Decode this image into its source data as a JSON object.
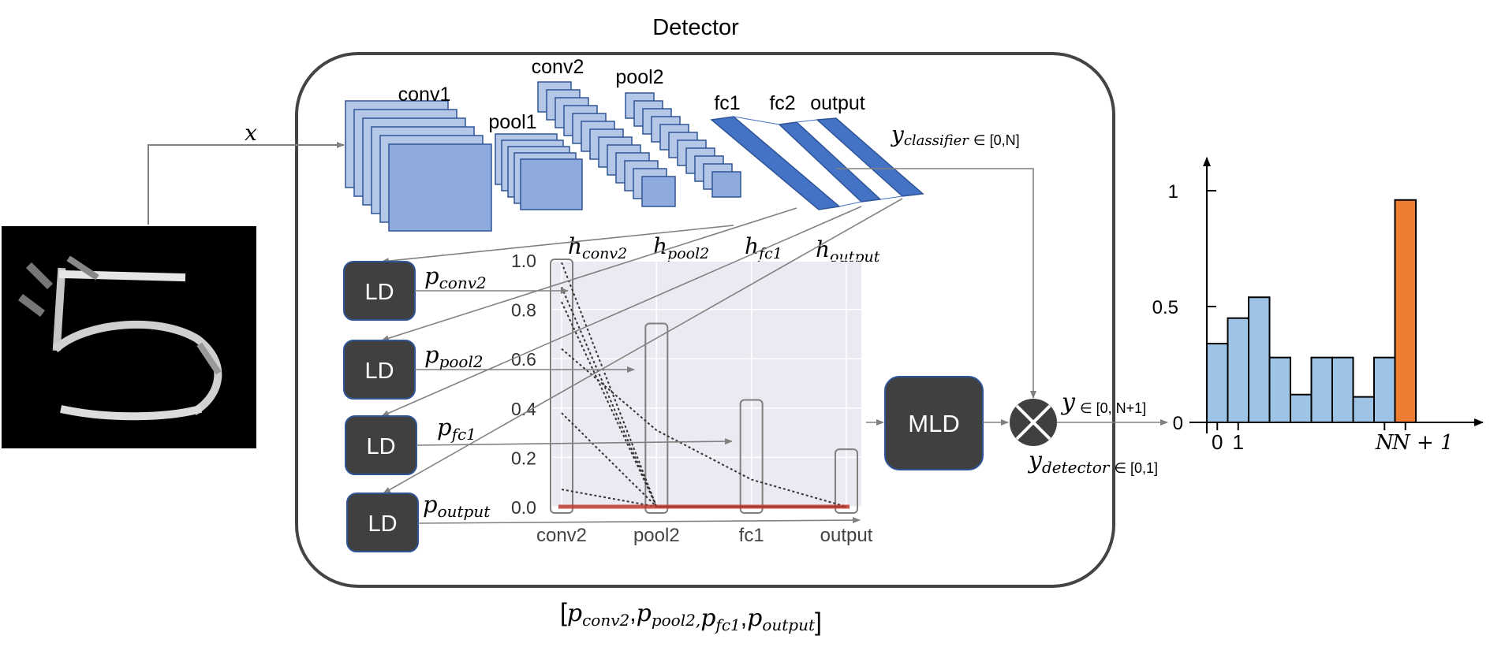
{
  "detector": {
    "title": "Detector"
  },
  "input": {
    "label": "x"
  },
  "cnn_layers": {
    "conv1": "conv1",
    "pool1": "pool1",
    "conv2": "conv2",
    "pool2": "pool2",
    "fc1": "fc1",
    "fc2": "fc2",
    "output": "output"
  },
  "hidden": {
    "h_conv2": {
      "base": "h",
      "sub": "conv2"
    },
    "h_pool2": {
      "base": "h",
      "sub": "pool2"
    },
    "h_fc1": {
      "base": "h",
      "sub": "fc1"
    },
    "h_output": {
      "base": "h",
      "sub": "output"
    }
  },
  "y_classifier": {
    "base": "y",
    "sub": "classifier",
    "range": "∈ [0,N]"
  },
  "ld_label": "LD",
  "mld_label": "MLD",
  "p_labels": {
    "p_conv2": {
      "base": "p",
      "sub": "conv2"
    },
    "p_pool2": {
      "base": "p",
      "sub": "pool2"
    },
    "p_fc1": {
      "base": "p",
      "sub": "fc1"
    },
    "p_output": {
      "base": "p",
      "sub": "output"
    }
  },
  "y_detector": {
    "base": "y",
    "sub": "detector",
    "range": "∈ [0,1]"
  },
  "y_final": {
    "base": "y",
    "range": "∈ [0, N+1]"
  },
  "vector_caption": {
    "open": "[",
    "items": [
      {
        "base": "p",
        "sub": "conv2",
        "sep": ","
      },
      {
        "base": "p",
        "sub": "pool2,",
        "sep": ""
      },
      {
        "base": "p",
        "sub": "fc1",
        "sep": ","
      },
      {
        "base": "p",
        "sub": "output",
        "sep": ""
      }
    ],
    "close": "]"
  },
  "chart_data": {
    "type": "line",
    "categories": [
      "conv2",
      "pool2",
      "fc1",
      "output"
    ],
    "y_ticks": [
      "1.0",
      "0.8",
      "0.6",
      "0.4",
      "0.2",
      "0.0"
    ],
    "ylim": [
      0,
      1
    ],
    "grid": true,
    "series": [
      {
        "values": [
          0.99,
          0.0,
          0.0,
          0.0
        ]
      },
      {
        "values": [
          0.89,
          0.0,
          0.0,
          0.0
        ]
      },
      {
        "values": [
          0.83,
          0.0,
          0.0,
          0.0
        ]
      },
      {
        "values": [
          0.64,
          0.31,
          0.11,
          0.0
        ]
      },
      {
        "values": [
          0.38,
          0.0,
          0.0,
          0.0
        ]
      },
      {
        "values": [
          0.07,
          0.0,
          0.0,
          0.0
        ]
      }
    ],
    "baseline_color": "#c0392b",
    "grid_bg": "#eaeaf2"
  },
  "histogram": {
    "type": "bar",
    "y_ticks": [
      "1",
      "0.5",
      "0"
    ],
    "x_ticks": [
      "0",
      "1",
      "N",
      "N + 1"
    ],
    "values": [
      0.34,
      0.45,
      0.54,
      0.28,
      0.12,
      0.28,
      0.28,
      0.11,
      0.28,
      0.96
    ],
    "ylim": [
      0,
      1
    ],
    "bar_color": "#9dc3e6",
    "highlight_color": "#ed7d31"
  },
  "colors": {
    "frame": "#444444",
    "ld_fill": "#404040",
    "ld_stroke": "#2f5597",
    "layer_light": "#b4c7e7",
    "layer_mid": "#8faadc",
    "layer_dark": "#4472c4",
    "arrow": "#808080"
  }
}
